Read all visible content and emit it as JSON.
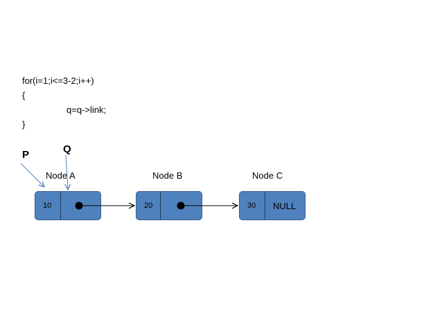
{
  "code": {
    "lines": [
      "for(i=1;i<=3-2;i++)",
      "{",
      "q=q->link;",
      "}"
    ]
  },
  "pointers": {
    "p_label": "P",
    "q_label": "Q"
  },
  "nodes": [
    {
      "label": "Node A",
      "value": "10",
      "link": ""
    },
    {
      "label": "Node B",
      "value": "20",
      "link": ""
    },
    {
      "label": "Node C",
      "value": "30",
      "link": "NULL"
    }
  ],
  "colors": {
    "node_fill": "#4f81bd",
    "node_border": "#385d8a",
    "pointer_arrow": "#4f81bd"
  }
}
